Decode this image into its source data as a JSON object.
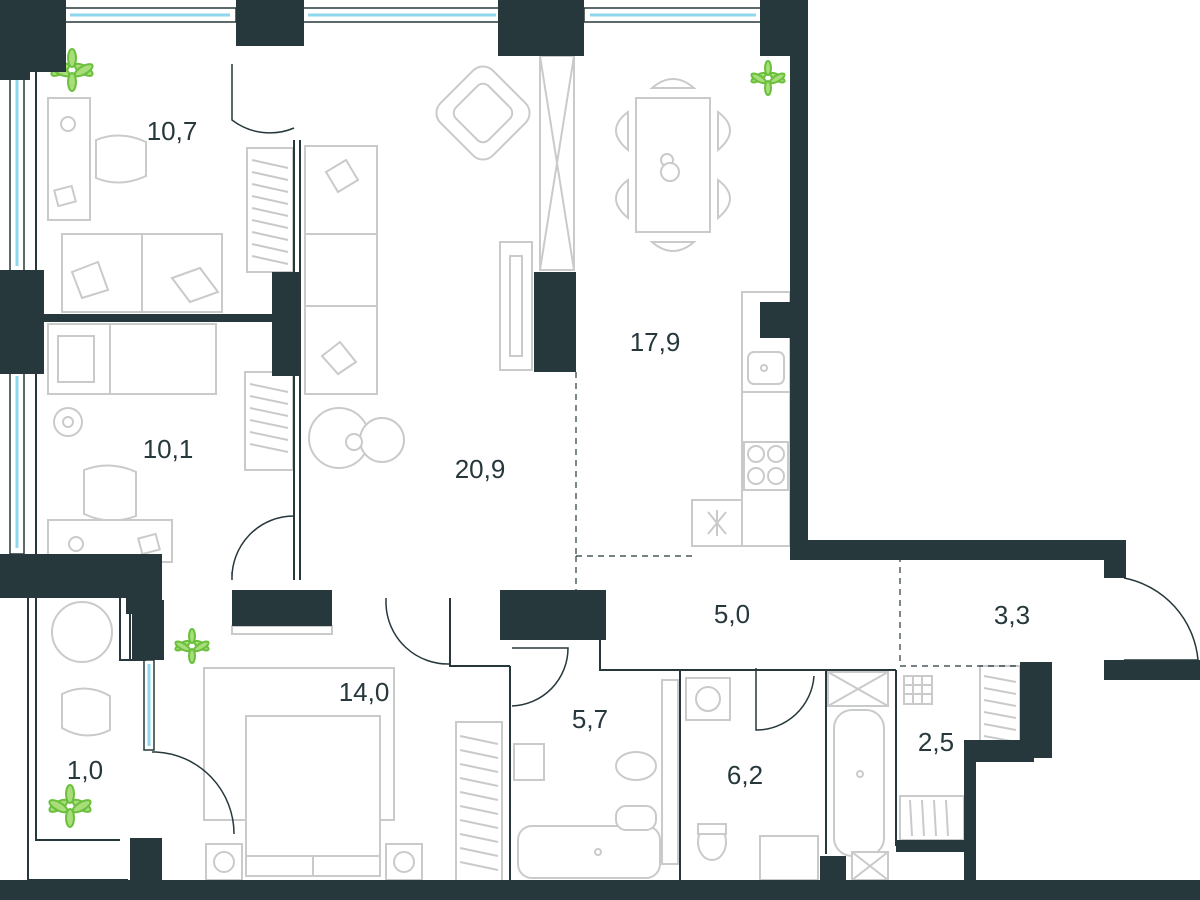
{
  "plan": {
    "rooms": [
      {
        "id": "bedroom-1",
        "area": "10,7"
      },
      {
        "id": "bedroom-2",
        "area": "10,1"
      },
      {
        "id": "living-room",
        "area": "20,9"
      },
      {
        "id": "kitchen",
        "area": "17,9"
      },
      {
        "id": "master-bedroom",
        "area": "14,0"
      },
      {
        "id": "balcony",
        "area": "1,0"
      },
      {
        "id": "hall",
        "area": "5,0"
      },
      {
        "id": "entrance",
        "area": "3,3"
      },
      {
        "id": "bathroom-1",
        "area": "5,7"
      },
      {
        "id": "bathroom-2",
        "area": "6,2"
      },
      {
        "id": "wardrobe",
        "area": "2,5"
      }
    ],
    "colors": {
      "wall": "#26383c",
      "furniture": "#c9cbcb",
      "glass": "#8fd7ee",
      "plant": "#6bbf3d"
    }
  }
}
